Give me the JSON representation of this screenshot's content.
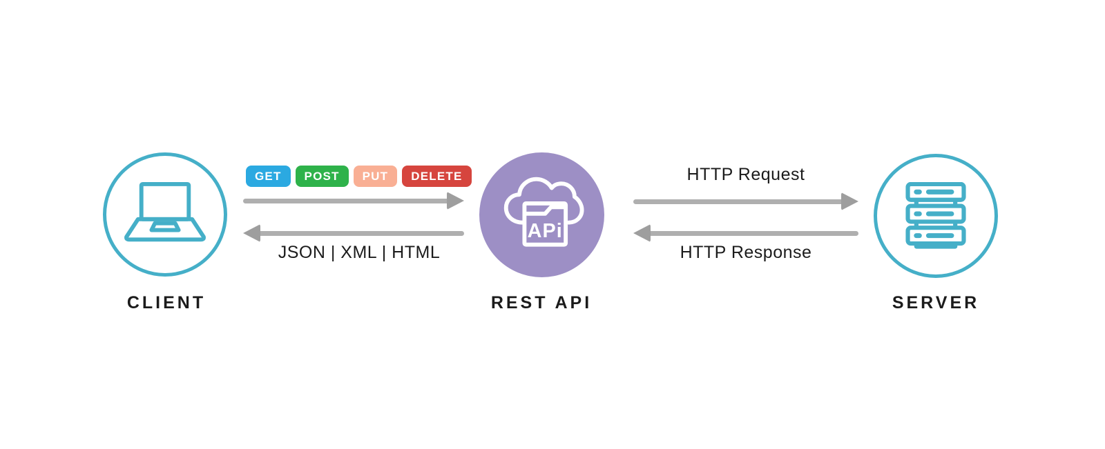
{
  "diagram": {
    "nodes": {
      "client": {
        "label": "CLIENT"
      },
      "api": {
        "label": "REST API",
        "icon_text": "APi"
      },
      "server": {
        "label": "SERVER"
      }
    },
    "methods": [
      {
        "label": "GET",
        "color": "#2BA9E1"
      },
      {
        "label": "POST",
        "color": "#2EB24A"
      },
      {
        "label": "PUT",
        "color": "#F9AF94"
      },
      {
        "label": "DELETE",
        "color": "#D6453E"
      }
    ],
    "flows": {
      "request": "HTTP Request",
      "response": "HTTP Response",
      "formats": "JSON | XML | HTML"
    },
    "colors": {
      "teal": "#45AFC8",
      "purple": "#9D8FC5",
      "arrowshaft": "#AFAFAF",
      "arrowhead": "#9E9E9E",
      "text": "#1B1B1B"
    }
  }
}
